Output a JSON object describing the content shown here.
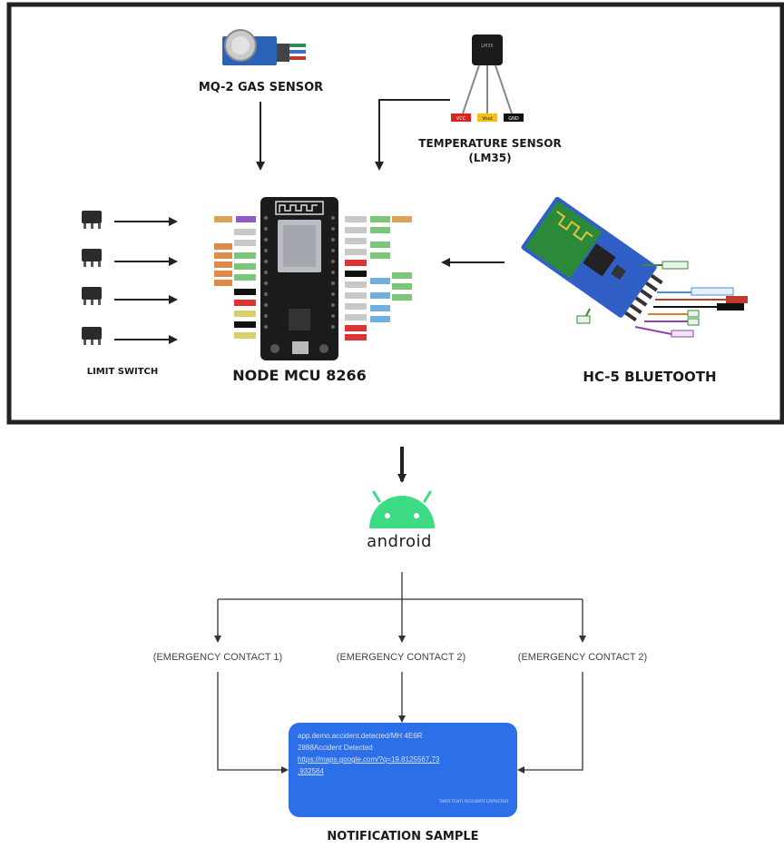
{
  "top_section": {
    "gas_sensor_label": "MQ-2 GAS SENSOR",
    "temp_sensor_label_line1": "TEMPERATURE SENSOR",
    "temp_sensor_label_line2": "(LM35)",
    "temp_pins": [
      "VCC",
      "Vout",
      "GND"
    ],
    "limit_switch_label": "LIMIT SWITCH",
    "mcu_label": "NODE MCU 8266",
    "bluetooth_label": "HC-5 BLUETOOTH"
  },
  "android": {
    "wordmark": "android"
  },
  "contacts": [
    "(EMERGENCY CONTACT 1)",
    "(EMERGENCY CONTACT 2)",
    "(EMERGENCY CONTACT 2)"
  ],
  "notification": {
    "line1": "app.demo.accident.detected/MH 4E6R",
    "line2": "2888Accident Detected",
    "link_line1": "https://maps.google.com/?q=19.8125567,73",
    "link_line2": ".932564",
    "footer": "Sent from Accident Detected",
    "caption": "NOTIFICATION SAMPLE"
  },
  "colors": {
    "frame": "#222222",
    "notification_bg": "#2d6fe8",
    "android_green": "#3ddc84",
    "mcu_board": "#1b1b1b",
    "bluetooth_board": "#2f5fc7"
  },
  "icons": [
    "gas-sensor-module",
    "lm35-sensor",
    "limit-switch",
    "nodemcu-board",
    "hc05-module",
    "android-robot"
  ]
}
